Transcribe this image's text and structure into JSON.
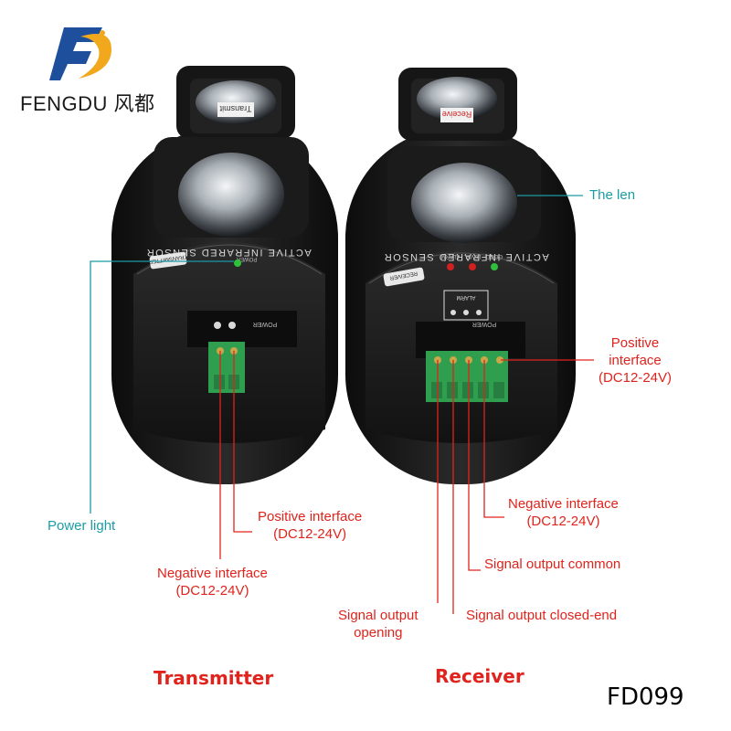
{
  "brand": {
    "name": "FENGDU 风都"
  },
  "devices": {
    "transmitter": {
      "title": "Transmitter",
      "face_text": "ACTIVE INFRARED SENSOR",
      "tab_label": "TRANSMITTER",
      "lens_tag": "Transmit",
      "power_led_label": "POWER",
      "terminal_label": "POWER",
      "led_color": "#2fbf3a"
    },
    "receiver": {
      "title": "Receiver",
      "face_text": "ACTIVE INFRARED SENSOR",
      "tab_label": "RECEIVER",
      "lens_tag": "Receive",
      "led_labels": [
        "ALARM",
        "LEVEL",
        "GOOD"
      ],
      "switch_label": "ALARM",
      "terminal_label": "POWER",
      "led_colors": [
        "#d02020",
        "#d02020",
        "#2fbf3a"
      ]
    }
  },
  "labels": {
    "the_len": "The len",
    "power_light": "Power light",
    "tx_positive": [
      "Positive interface",
      "(DC12-24V)"
    ],
    "tx_negative": [
      "Negative interface",
      "(DC12-24V)"
    ],
    "rx_positive": [
      "Positive",
      "interface",
      "(DC12-24V)"
    ],
    "rx_negative": [
      "Negative interface",
      "(DC12-24V)"
    ],
    "signal_common": "Signal output common",
    "signal_opening": [
      "Signal output",
      "opening"
    ],
    "signal_closed": "Signal output closed-end"
  },
  "model": "FD099",
  "colors": {
    "accent_red": "#e0231c",
    "accent_teal": "#1a9ca5",
    "terminal_green": "#2f9e4f"
  }
}
